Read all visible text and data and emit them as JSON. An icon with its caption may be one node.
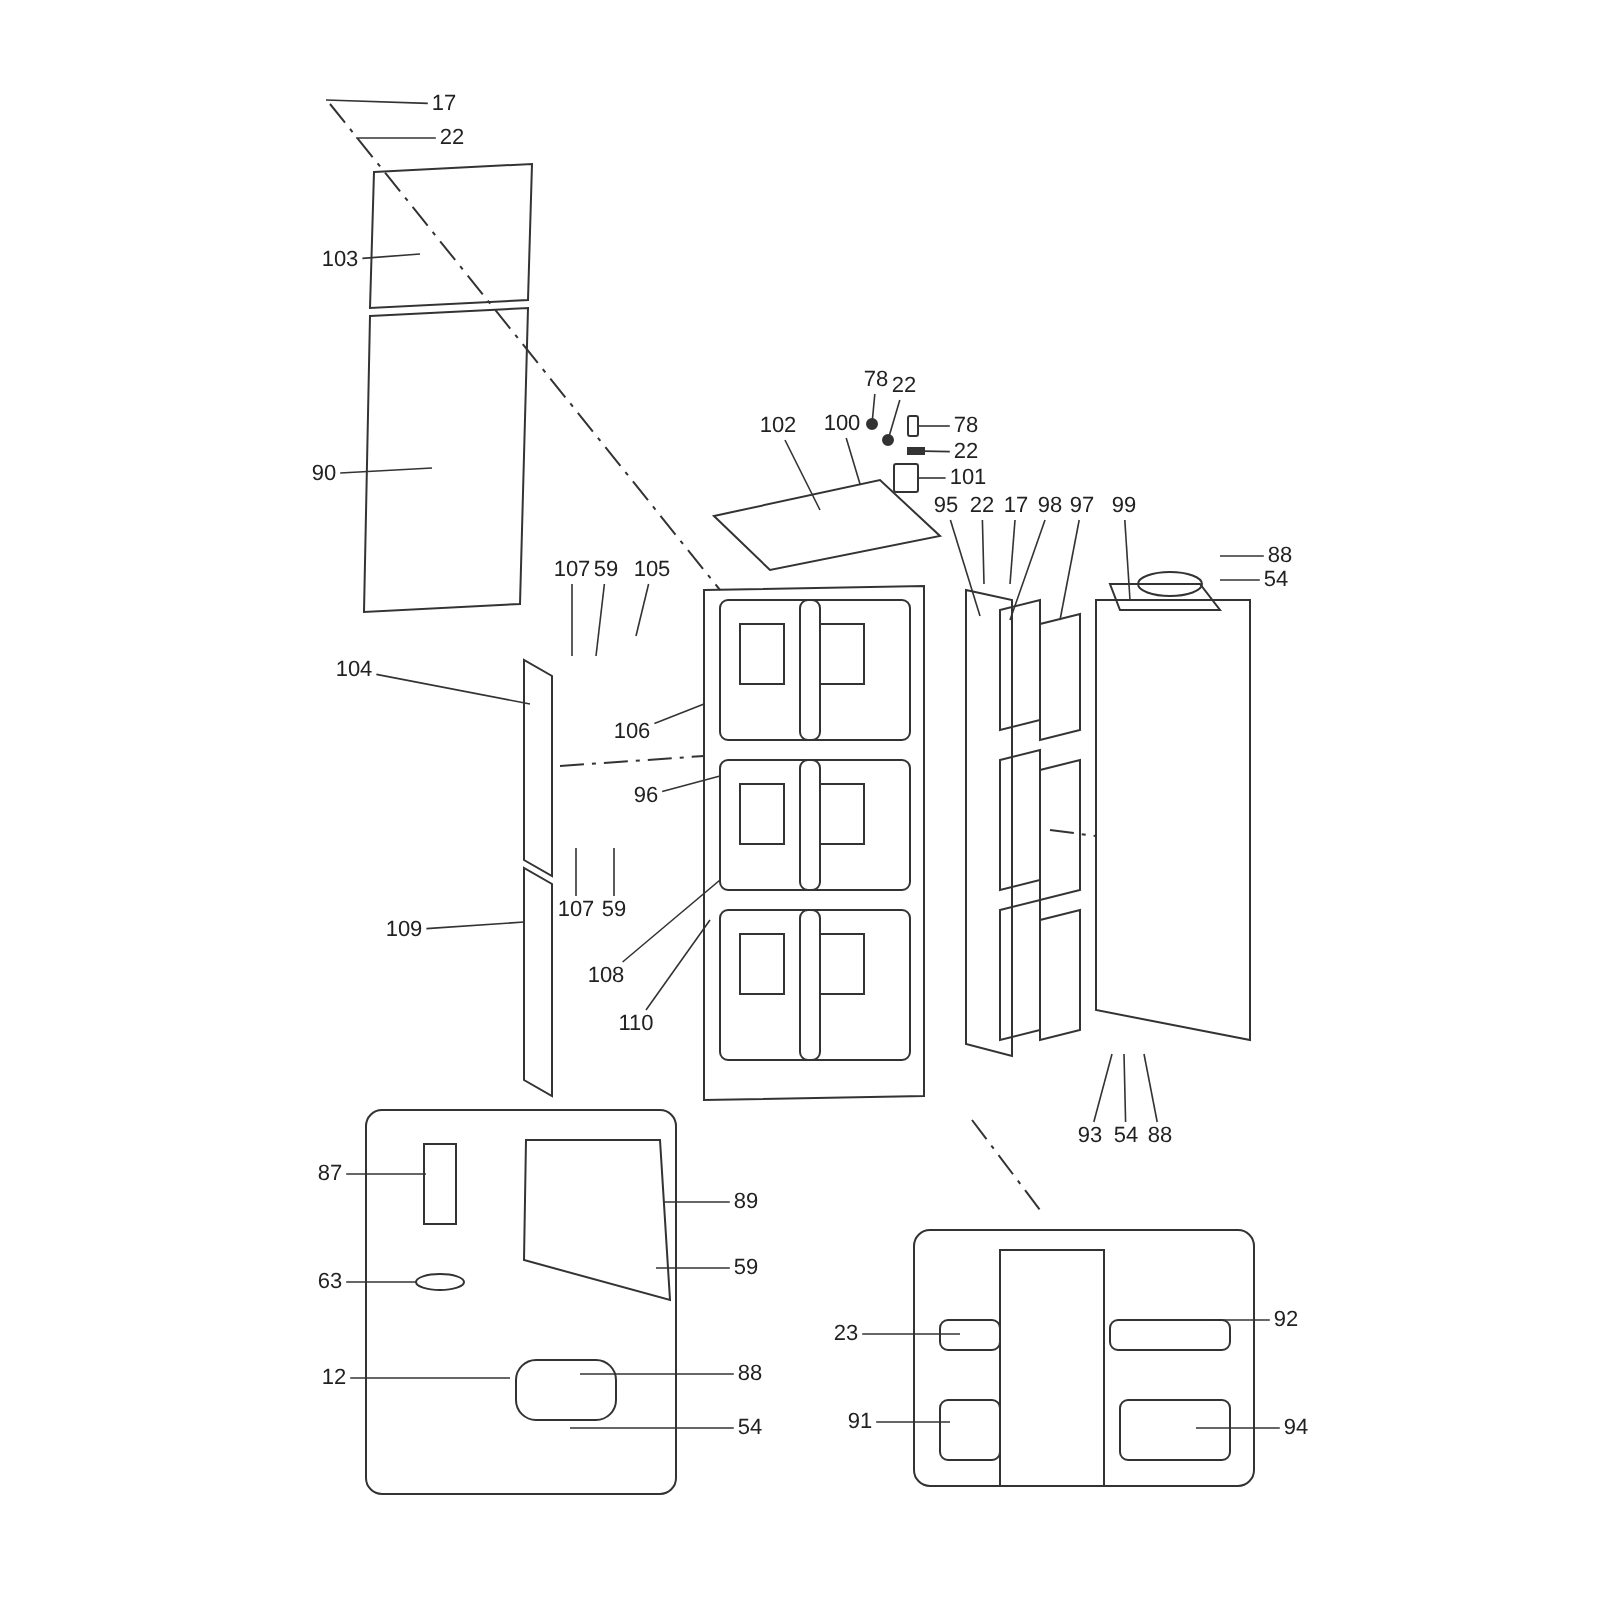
{
  "diagram": {
    "nodes": [
      {
        "text": [
          "17"
        ]
      },
      {
        "text": [
          "22"
        ]
      },
      {
        "text": [
          "103"
        ]
      },
      {
        "text": [
          "90"
        ]
      },
      {
        "text": [
          "107"
        ]
      },
      {
        "text": [
          "59"
        ]
      },
      {
        "text": [
          "105"
        ]
      },
      {
        "text": [
          "78"
        ]
      },
      {
        "text": [
          "22"
        ]
      },
      {
        "text": [
          "100"
        ]
      },
      {
        "text": [
          "102"
        ]
      },
      {
        "text": [
          "78"
        ]
      },
      {
        "text": [
          "22"
        ]
      },
      {
        "text": [
          "101"
        ]
      },
      {
        "text": [
          "95"
        ]
      },
      {
        "text": [
          "22"
        ]
      },
      {
        "text": [
          "17"
        ]
      },
      {
        "text": [
          "98"
        ]
      },
      {
        "text": [
          "97"
        ]
      },
      {
        "text": [
          "99"
        ]
      },
      {
        "text": [
          "88"
        ]
      },
      {
        "text": [
          "54"
        ]
      },
      {
        "text": [
          "104"
        ]
      },
      {
        "text": [
          "106"
        ]
      },
      {
        "text": [
          "96"
        ]
      },
      {
        "text": [
          "107"
        ]
      },
      {
        "text": [
          "59"
        ]
      },
      {
        "text": [
          "109"
        ]
      },
      {
        "text": [
          "108"
        ]
      },
      {
        "text": [
          "110"
        ]
      },
      {
        "text": [
          "93"
        ]
      },
      {
        "text": [
          "54"
        ]
      },
      {
        "text": [
          "88"
        ]
      },
      {
        "text": [
          "87"
        ]
      },
      {
        "text": [
          "89"
        ]
      },
      {
        "text": [
          "59"
        ]
      },
      {
        "text": [
          "63"
        ]
      },
      {
        "text": [
          "12"
        ]
      },
      {
        "text": [
          "88"
        ]
      },
      {
        "text": [
          "54"
        ]
      },
      {
        "text": [
          "23"
        ]
      },
      {
        "text": [
          "92"
        ]
      },
      {
        "text": [
          "91"
        ]
      },
      {
        "text": [
          "94"
        ]
      },
      {
        "text": [],
        "shape": "circle"
      },
      {
        "text": [],
        "shape": "circle"
      },
      {
        "text": [],
        "shape": "box"
      },
      {
        "text": [],
        "shape": "box"
      },
      {
        "text": [],
        "shape": "box"
      },
      {
        "text": [],
        "shape": "circle"
      },
      {
        "text": [],
        "shape": "bar"
      }
    ],
    "edges": [
      {
        "from": 0,
        "to": null,
        "arrow": "none"
      },
      {
        "from": 1,
        "to": null,
        "arrow": "none"
      },
      {
        "from": 2,
        "to": null,
        "arrow": "none"
      },
      {
        "from": 3,
        "to": null,
        "arrow": "none"
      },
      {
        "from": 4,
        "to": null,
        "arrow": "none"
      },
      {
        "from": 5,
        "to": null,
        "arrow": "none"
      },
      {
        "from": 6,
        "to": null,
        "arrow": "none"
      },
      {
        "from": 7,
        "to": 44,
        "arrow": "none"
      },
      {
        "from": 8,
        "to": 45,
        "arrow": "none"
      },
      {
        "from": 9,
        "to": null,
        "arrow": "none"
      },
      {
        "from": 10,
        "to": null,
        "arrow": "none"
      },
      {
        "from": 11,
        "to": 46,
        "arrow": "none"
      },
      {
        "from": 12,
        "to": 50,
        "arrow": "none"
      },
      {
        "from": 13,
        "to": 47,
        "arrow": "none"
      },
      {
        "from": 14,
        "to": null,
        "arrow": "none"
      },
      {
        "from": 15,
        "to": null,
        "arrow": "none"
      },
      {
        "from": 16,
        "to": null,
        "arrow": "none"
      },
      {
        "from": 17,
        "to": null,
        "arrow": "none"
      },
      {
        "from": 18,
        "to": null,
        "arrow": "none"
      },
      {
        "from": 19,
        "to": null,
        "arrow": "none"
      },
      {
        "from": 20,
        "to": null,
        "arrow": "none"
      },
      {
        "from": 21,
        "to": null,
        "arrow": "none"
      },
      {
        "from": 22,
        "to": null,
        "arrow": "none"
      },
      {
        "from": 23,
        "to": null,
        "arrow": "none"
      },
      {
        "from": 24,
        "to": null,
        "arrow": "none"
      },
      {
        "from": 25,
        "to": null,
        "arrow": "none"
      },
      {
        "from": 26,
        "to": null,
        "arrow": "none"
      },
      {
        "from": 27,
        "to": 48,
        "arrow": "none"
      },
      {
        "from": 28,
        "to": null,
        "arrow": "none"
      },
      {
        "from": 29,
        "to": null,
        "arrow": "none"
      },
      {
        "from": 30,
        "to": null,
        "arrow": "none"
      },
      {
        "from": 31,
        "to": null,
        "arrow": "none"
      },
      {
        "from": 32,
        "to": null,
        "arrow": "none"
      },
      {
        "from": 33,
        "to": null,
        "arrow": "none"
      },
      {
        "from": 34,
        "to": null,
        "arrow": "none"
      },
      {
        "from": 35,
        "to": null,
        "arrow": "none"
      },
      {
        "from": 36,
        "to": 49,
        "arrow": "none"
      },
      {
        "from": 37,
        "to": null,
        "arrow": "none"
      },
      {
        "from": 38,
        "to": null,
        "arrow": "none"
      },
      {
        "from": 39,
        "to": null,
        "arrow": "none"
      },
      {
        "from": 40,
        "to": null,
        "arrow": "none"
      },
      {
        "from": 41,
        "to": null,
        "arrow": "none"
      },
      {
        "from": 42,
        "to": null,
        "arrow": "none"
      },
      {
        "from": 43,
        "to": null,
        "arrow": "none"
      }
    ]
  }
}
